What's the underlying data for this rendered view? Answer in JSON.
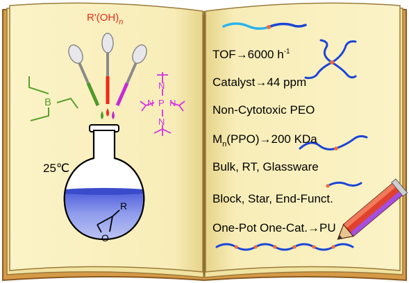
{
  "left_page": {
    "reagent_label": {
      "prefix": "R'",
      "group": "(OH)",
      "subscript": "n"
    },
    "temperature": "25℃",
    "epoxide_r_label": "R",
    "epoxide_o_label": "O",
    "base_atoms": {
      "p": "P",
      "n": "N"
    },
    "borane_atom": "B"
  },
  "right_page": {
    "features": [
      {
        "text": "TOF→6000 h",
        "sup": "-1"
      },
      {
        "text": "Catalyst→44 ppm"
      },
      {
        "text": "Non-Cytotoxic PEO"
      },
      {
        "pre": "M",
        "sub": "n",
        "post": "(PPO)→200 KDa"
      },
      {
        "text": "Bulk, RT, Glassware"
      },
      {
        "text": "Block, Star, End-Funct."
      },
      {
        "text": "One-Pot One-Cat.→PU"
      }
    ]
  },
  "colors": {
    "page": "#fbf3c7",
    "page_shadow": "#e9d98f",
    "cover": "#d69a48",
    "cover_edge": "#8a5a22",
    "polymer_blue": "#1a45d8",
    "polymer_cyan": "#29b3ee",
    "junction": "#f06a3c",
    "borane_green": "#5aa02c",
    "reagent_red": "#ee2a1a",
    "base_magenta": "#d32fe4",
    "liquid": "#6f7fe6",
    "pencil_red": "#e0412c",
    "pencil_purple": "#a54fe0"
  }
}
